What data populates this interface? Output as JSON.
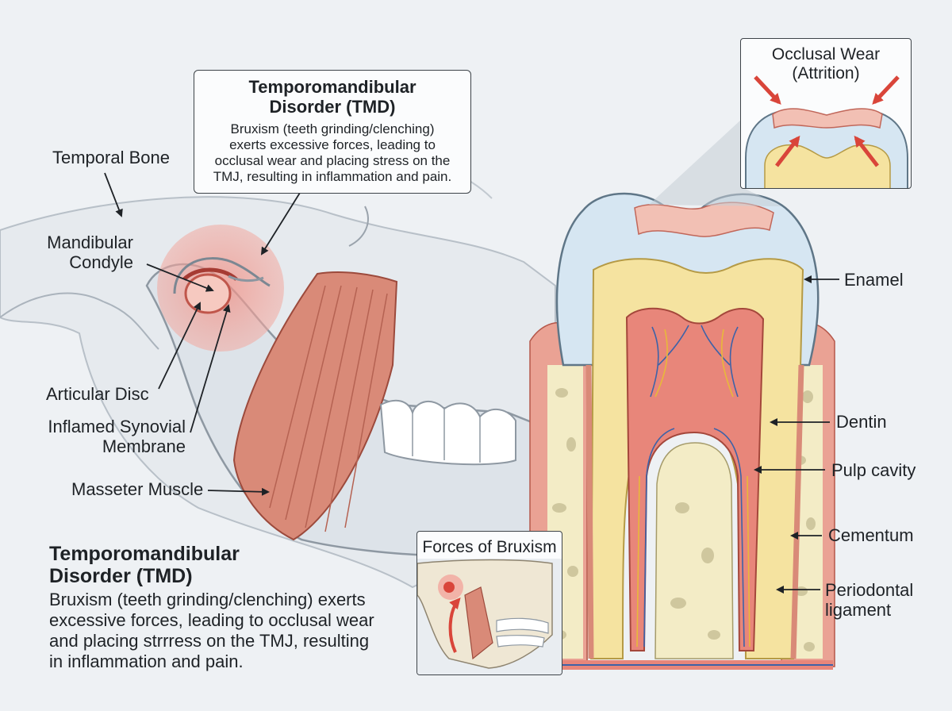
{
  "callout": {
    "title_line1": "Temporomandibular",
    "title_line2": "Disorder (TMD)",
    "body_line1": "Bruxism (teeth grinding/clenching)",
    "body_line2": "exerts excessive forces, leading to",
    "body_line3": "occlusal wear and placing stress on the",
    "body_line4": "TMJ, resulting in inflammation and pain."
  },
  "labels": {
    "temporal_bone": "Temporal Bone",
    "mandibular_condyle_1": "Mandibular",
    "mandibular_condyle_2": "Condyle",
    "articular_disc": "Articular Disc",
    "synovial_1": "Inflamed Synovial",
    "synovial_2": "Membrane",
    "masseter": "Masseter Muscle",
    "enamel": "Enamel",
    "dentin": "Dentin",
    "pulp_cavity": "Pulp cavity",
    "cementum": "Cementum",
    "periodontal_1": "Periodontal",
    "periodontal_2": "ligament"
  },
  "inset_wear": {
    "title_line1": "Occlusal Wear",
    "title_line2": "(Attrition)"
  },
  "inset_forces": {
    "title": "Forces of Bruxism"
  },
  "summary": {
    "title_line1": "Temporomandibular",
    "title_line2": "Disorder (TMD)",
    "body_line1": "Bruxism (teeth grinding/clenching) exerts",
    "body_line2": "excessive forces, leading to occlusal wear",
    "body_line3": "and placing strrress on the TMJ, resulting",
    "body_line4": "in inflammation and pain."
  },
  "colors": {
    "background": "#eef1f4",
    "muscle": "#d98a78",
    "enamel": "#d6e6f2",
    "dentin": "#f5e3a0",
    "pulp": "#e8867a",
    "inflammation": "#f2a9a0",
    "arrow_red": "#d9453a"
  }
}
